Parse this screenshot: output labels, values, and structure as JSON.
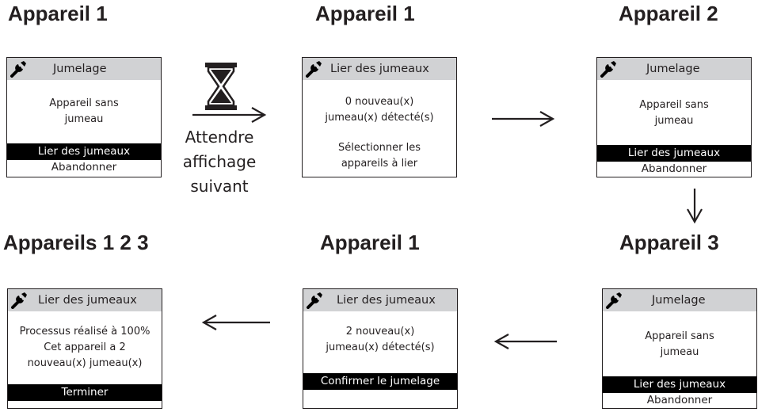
{
  "titles": {
    "t1": "Appareil 1",
    "t2": "Appareil 1",
    "t3": "Appareil 2",
    "t4": "Appareils 1 2 3",
    "t5": "Appareil 1",
    "t6": "Appareil 3"
  },
  "screen1": {
    "header": "Jumelage",
    "body": [
      "Appareil sans",
      "jumeau"
    ],
    "selected": "Lier des jumeaux",
    "option": "Abandonner"
  },
  "screen2": {
    "header": "Lier des jumeaux",
    "body": [
      "0 nouveau(x)",
      "jumeau(x) détecté(s)",
      "",
      "Sélectionner les",
      "appareils à lier"
    ]
  },
  "screen3": {
    "header": "Jumelage",
    "body": [
      "Appareil sans",
      "jumeau"
    ],
    "selected": "Lier des jumeaux",
    "option": "Abandonner"
  },
  "screen4": {
    "header": "Lier des jumeaux",
    "body": [
      "Processus réalisé à 100%",
      "Cet appareil a 2",
      "nouveau(x) jumeau(x)"
    ],
    "selected": "Terminer"
  },
  "screen5": {
    "header": "Lier des jumeaux",
    "body": [
      "2 nouveau(x)",
      "jumeau(x) détecté(s)"
    ],
    "selected": "Confirmer le jumelage"
  },
  "screen6": {
    "header": "Jumelage",
    "body": [
      "Appareil sans",
      "jumeau"
    ],
    "selected": "Lier des jumeaux",
    "option": "Abandonner"
  },
  "wait": {
    "lines": [
      "Attendre",
      "affichage",
      "suivant"
    ],
    "icon": "hourglass-icon"
  },
  "icons": {
    "header_icon": "wrench-icon",
    "arrow_icon": "arrow-icon"
  },
  "colors": {
    "header_bg": "#d1d2d4",
    "selected_bg": "#000000",
    "ink": "#231f20"
  }
}
